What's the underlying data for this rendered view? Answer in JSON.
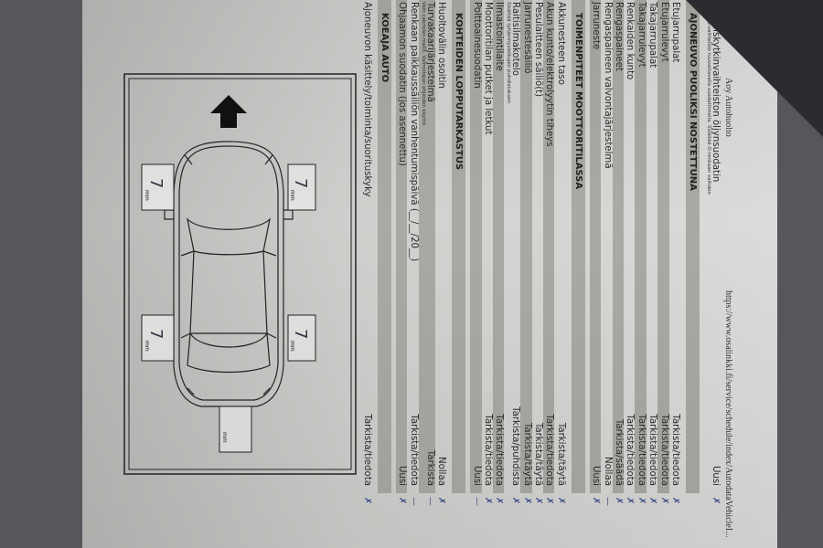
{
  "header": {
    "company": "Aoy Autohuolto",
    "url": "https://www.osalinkki.fi/service/schedule/index/AutodataVehicleI..."
  },
  "intro_item": {
    "label": "Kaksoiskytkinvaihteiston öljynsuodatin",
    "sub": "Vain DBS-vaihteisto ruuvattavalla suodattimella. Sisältää O-renkaan vaihdon",
    "action": "Uusi",
    "mark": "x"
  },
  "sections": [
    {
      "title": "AJONEUVO PUOLIKSI NOSTETTUNA",
      "items": [
        {
          "label": "Etujarrupalat",
          "action": "Tarkista/tiedota",
          "mark": "x"
        },
        {
          "label": "Etujarrulevyt",
          "action": "Tarkista/tiedota",
          "mark": "x"
        },
        {
          "label": "Takajarrupalat",
          "action": "Tarkista/tiedota",
          "mark": "x"
        },
        {
          "label": "Takajarrulevyt",
          "action": "Tarkista/tiedota",
          "mark": "x"
        },
        {
          "label": "Renkaiden kunto",
          "action": "Tarkista/tiedota",
          "mark": "x"
        },
        {
          "label": "Rengaspaineet",
          "action": "Tarkista/säädä",
          "mark": "x"
        },
        {
          "label": "Rengaspaineen valvontajärjestelmä",
          "action": "Nollaa",
          "mark": "dash"
        },
        {
          "label": "Jarruneste",
          "action": "Uusi",
          "mark": "x"
        }
      ]
    },
    {
      "title": "TOIMENPITEET MOOTTORITILASSA",
      "items": [
        {
          "label": "Akkunesteen taso",
          "action": "Tarkista/täytä",
          "mark": "x"
        },
        {
          "label": "Akun kunto/elektrolyytin tiheys",
          "action": "Tarkista/tiedota",
          "mark": "x"
        },
        {
          "label": "Pesulaitteen säiliö(t)",
          "action": "Tarkista/täytä",
          "mark": "x"
        },
        {
          "label": "Jarrunestesäiliö",
          "action": "Tarkista/täytä",
          "mark": "x"
        },
        {
          "label": "Raitisilmakotelo",
          "sub": "Sisältää tyhjennysletkujen puhdistuksen",
          "action": "Tarkista/puhdista",
          "mark": "x"
        },
        {
          "label": "Ilmastointilaite",
          "action": "Tarkista/tiedota",
          "mark": "x"
        },
        {
          "label": "Moottoritilan putket ja letkut",
          "action": "Tarkista/tiedota",
          "mark": "x"
        },
        {
          "label": "Polttoainesuodatin",
          "action": "Uusi",
          "mark": "dash"
        }
      ]
    },
    {
      "title": "KOHTEIDEN LOPPUTARKASTUS",
      "items": [
        {
          "label": "Huoltovälin osoitin",
          "action": "Nollaa",
          "mark": "x"
        },
        {
          "label": "Turvakaarijärjestelmä",
          "sub": "Vain cabriolet-mallit. Valmistajan ohjeiden käyttö",
          "action": "Tarkista",
          "mark": "dash"
        },
        {
          "label": "Renkaan paikkaussäiliön vanhentumispäivä (__/__/20__)",
          "action": "Tarkista/tiedota",
          "mark": "dash"
        },
        {
          "label": "Ohjaamon suodatin (jos asennettu)",
          "action": "Uusi",
          "mark": "x"
        }
      ]
    },
    {
      "title": "KOEAJA AUTO",
      "items": [
        {
          "label": "Ajoneuvon käsittely/toiminta/suorituskyky",
          "action": "Tarkista/tiedota",
          "mark": "x"
        }
      ]
    }
  ],
  "marks": {
    "x": "✗",
    "dash": "—"
  },
  "tire_diagram": {
    "unit": "mm",
    "front_right": "7",
    "front_left": "7",
    "rear_right": "7",
    "rear_left": "7",
    "spare": ""
  },
  "colors": {
    "row_shade": "#a8aaa3",
    "pen": "#3a4b8a"
  }
}
